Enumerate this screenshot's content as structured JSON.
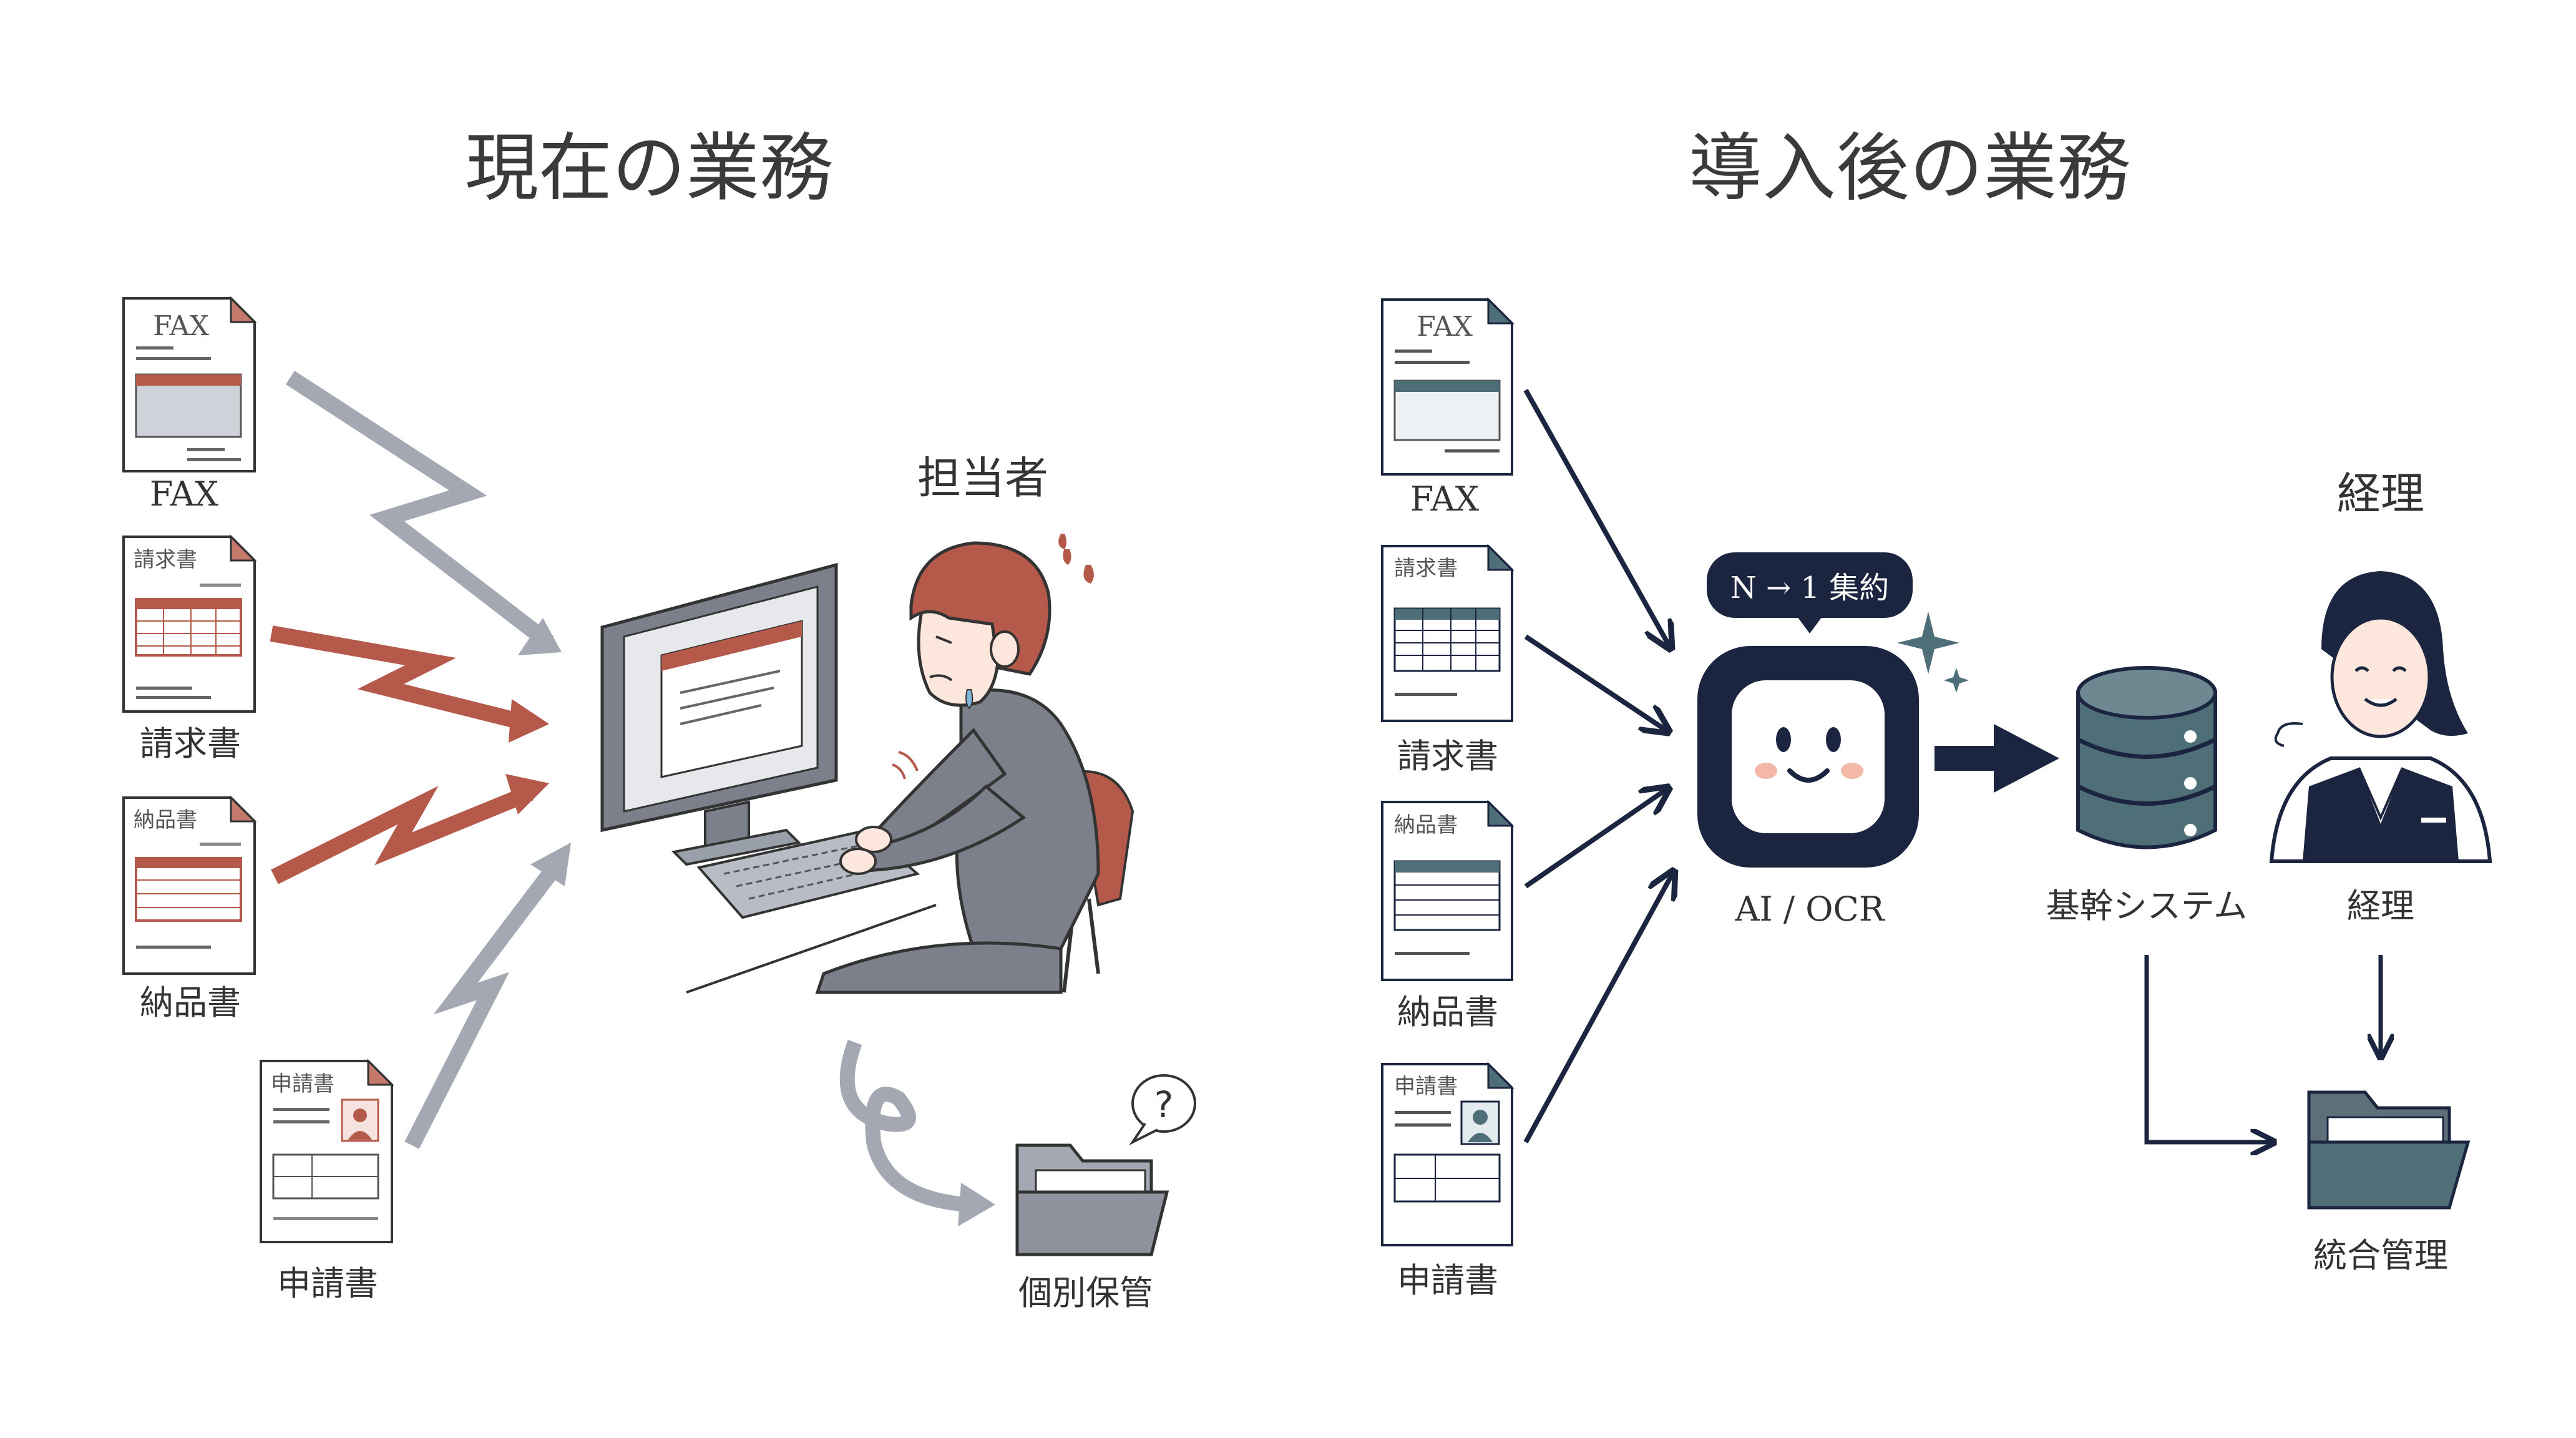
{
  "current": {
    "title": "現在の業務",
    "person_label": "担当者",
    "docs": [
      {
        "header": "FAX",
        "caption": "FAX"
      },
      {
        "header": "請求書",
        "caption": "請求書"
      },
      {
        "header": "納品書",
        "caption": "納品書"
      },
      {
        "header": "申請書",
        "caption": "申請書"
      }
    ],
    "storage_label": "個別保管",
    "question_mark": "?"
  },
  "future": {
    "title": "導入後の業務",
    "docs": [
      {
        "header": "FAX",
        "caption": "FAX"
      },
      {
        "header": "請求書",
        "caption": "請求書"
      },
      {
        "header": "納品書",
        "caption": "納品書"
      },
      {
        "header": "申請書",
        "caption": "申請書"
      }
    ],
    "bubble": "N → 1 集約",
    "ai_label": "AI / OCR",
    "system_label": "基幹システム",
    "accounting_title": "経理",
    "accounting_label": "経理",
    "storage_label": "統合管理"
  },
  "colors": {
    "navy": "#1b2540",
    "rust": "#b5594a",
    "gray_arrow": "#a3a8b3",
    "teal": "#4e6e78",
    "slate": "#5d707a"
  }
}
